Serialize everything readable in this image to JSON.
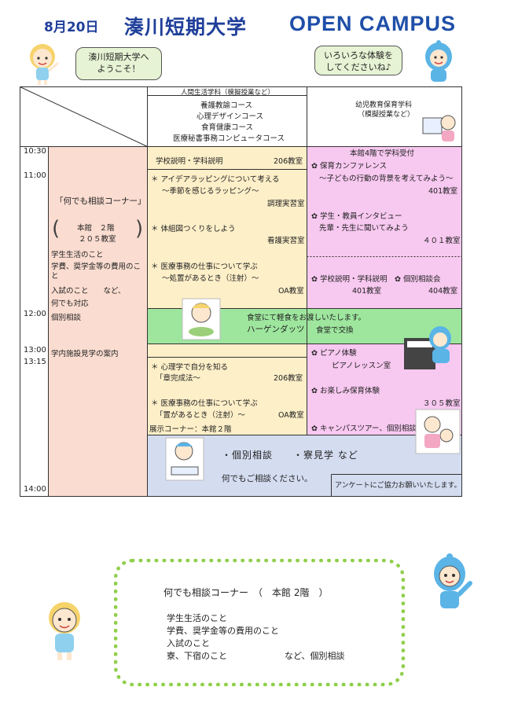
{
  "header": {
    "date": "8月20日",
    "university": "湊川短期大学",
    "event": "OPEN CAMPUS"
  },
  "bubbles": {
    "left": [
      "湊川短期大学へ",
      "ようこそ！"
    ],
    "right": [
      "いろいろな体験を",
      "してくださいね♪"
    ]
  },
  "table": {
    "col_header_life": [
      "人間生活学科（模擬授業など）",
      "養護教諭コース",
      "心理デザインコース",
      "食育健康コース",
      "医療秘書事務コンピュータコース"
    ],
    "col_header_child": [
      "幼児教育保育学科",
      "（模擬授業など）"
    ],
    "times": [
      "10:30",
      "11:00",
      "12:00",
      "13:00",
      "13:15",
      "14:00"
    ],
    "left_col": {
      "corner_title": "「何でも相談コーナー」",
      "location": [
        "本館　２階",
        "２０５教室"
      ],
      "items": [
        "学生生活のこと",
        "学費、奨学金等の費用のこと",
        "入試のこと　　など、",
        "何でも対応",
        "個別相談",
        "学内施設見学の案内"
      ]
    },
    "life": {
      "session1": {
        "title": "学校説明・学科説明",
        "room": "206教室"
      },
      "session2": {
        "title": "＊ アイデアラッピングについて考える",
        "sub": "～季節を感じるラッピング～",
        "room": "調理実習室"
      },
      "session3": {
        "title": "＊ 体組図つくりをしよう",
        "room": "看護実習室"
      },
      "session4": {
        "title": "＊ 医療事務の仕事について学ぶ",
        "sub": "～処置があるとき（注射）～",
        "room": "OA教室"
      },
      "session5": {
        "title": "＊ 心理学で自分を知る",
        "sub": "「章完成法～",
        "room": "206教室"
      },
      "session6": {
        "title": "＊ 医療事務の仕事について学ぶ",
        "sub": "「置があるとき（注射）～",
        "room": "OA教室"
      },
      "exhibit": "展示コーナー：本館２階"
    },
    "child": {
      "reception": "本館4階で学科受付",
      "session1": {
        "title": "✿ 保育カンファレンス",
        "sub": "～子どもの行動の背景を考えてみよう～",
        "room": "401教室"
      },
      "session2": {
        "title": "✿ 学生・教員インタビュー",
        "sub": "先輩・先生に聞いてみよう",
        "room": "４０１教室"
      },
      "session3": {
        "title": "✿ 学校説明・学科説明　✿ 個別相談会",
        "room_a": "401教室",
        "room_b": "404教室"
      },
      "session4": {
        "title": "✿ ピアノ体験",
        "sub": "ピアノレッスン室"
      },
      "session5": {
        "title": "✿ お楽しみ保育体験",
        "room": "３０５教室"
      },
      "session6": {
        "title": "✿ キャンパスツアー、個別相談"
      }
    },
    "lunch": {
      "line1": "食堂にて軽食をお渡しいたします。",
      "line2": "ハーゲンダッツ",
      "line3": "食堂で交換"
    },
    "bottom": {
      "line1": "・個別相談　　・寮見学 など",
      "line2": "何でもご相談ください。",
      "survey": "アンケートにご協力お願いいたします。"
    }
  },
  "corner_box": {
    "title": "何でも相談コーナー　（　本館 2階　）",
    "items": [
      "学生生活のこと",
      "学費、奨学金等の費用のこと",
      "入試のこと"
    ],
    "last_left": "寮、下宿のこと",
    "last_right": "など、個別相談"
  },
  "colors": {
    "title_blue": "#1f3f9a",
    "pink": "#fadcd0",
    "cream": "#fdefc8",
    "magenta": "#f7c8f0",
    "green": "#9ee69e",
    "blue": "#d4dcf0",
    "dotted_green": "#8fcf4a"
  }
}
